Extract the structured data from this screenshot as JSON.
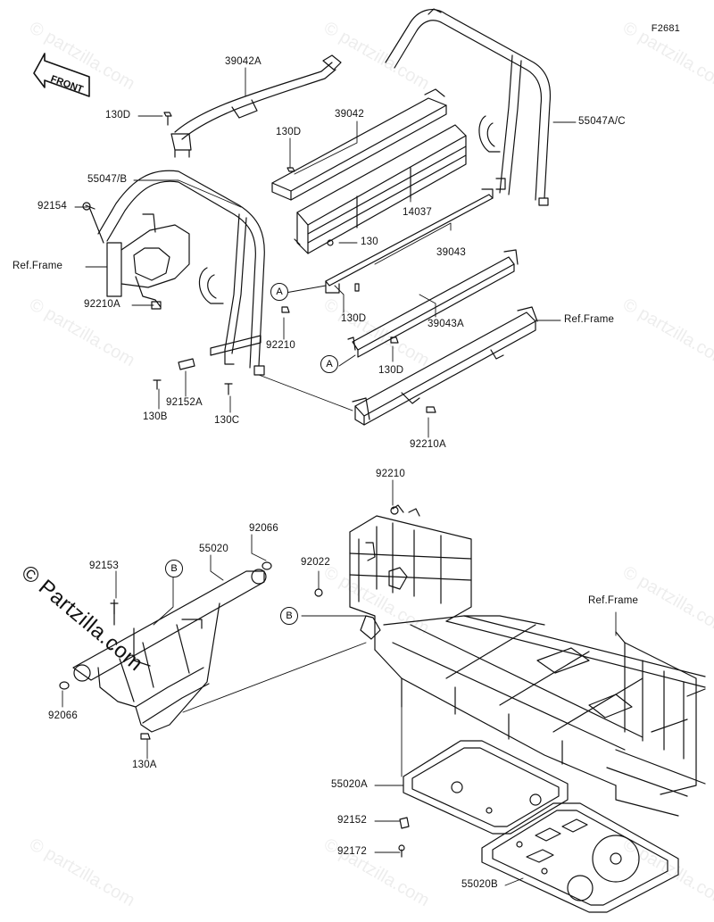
{
  "figure_id": "F2681",
  "front_badge": "FRONT",
  "brand_watermark": "© Partzilla.com",
  "faint_watermark": "© partzilla.com",
  "callouts": {
    "c39042A": "39042A",
    "c130D_a": "130D",
    "c39042": "39042",
    "c130D_b": "130D",
    "c55047AC": "55047A/C",
    "c55047B": "55047/B",
    "c92154": "92154",
    "c14037": "14037",
    "c130": "130",
    "c39043": "39043",
    "c_ref_frame_1": "Ref.Frame",
    "c92210A_a": "92210A",
    "c130D_c": "130D",
    "c39043A": "39043A",
    "c_ref_frame_2": "Ref.Frame",
    "c92210": "92210",
    "c130D_d": "130D",
    "c92152A": "92152A",
    "c130B": "130B",
    "c130C": "130C",
    "c92210A_b": "92210A",
    "c92210_b": "92210",
    "c92066_a": "92066",
    "c55020": "55020",
    "c92153": "92153",
    "c92022": "92022",
    "c_ref_frame_3": "Ref.Frame",
    "c92066_b": "92066",
    "c130A": "130A",
    "c55020A": "55020A",
    "c92152": "92152",
    "c92172": "92172",
    "c55020B": "55020B"
  },
  "ref_markers": {
    "a1": "A",
    "a2": "A",
    "b1": "B",
    "b2": "B"
  }
}
